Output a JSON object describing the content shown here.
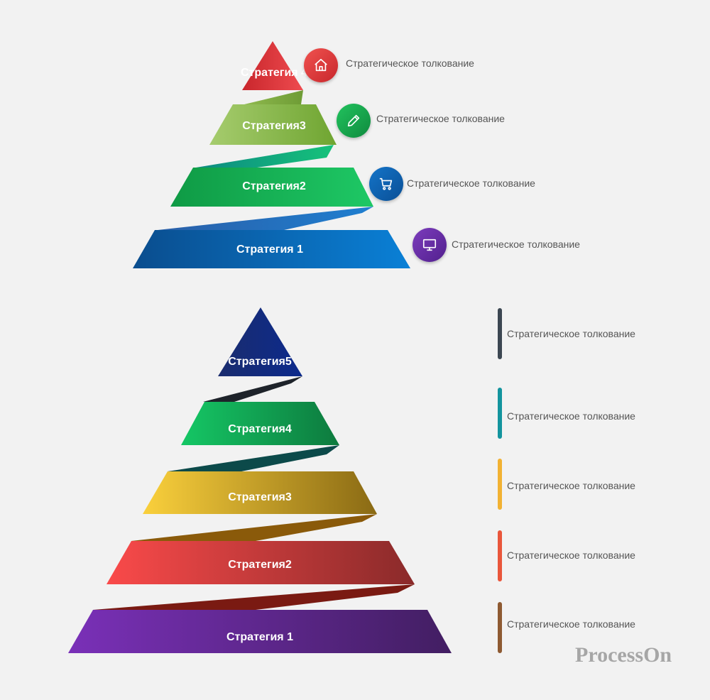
{
  "pyramid_top": {
    "levels": [
      {
        "label": "Стратегия 4",
        "note": "Стратегическое толкование",
        "icon": "house-icon",
        "color": "#e2393e"
      },
      {
        "label": "Стратегия3",
        "note": "Стратегическое толкование",
        "icon": "pencil-icon",
        "color": "#1aa84f"
      },
      {
        "label": "Стратегия2",
        "note": "Стратегическое толкование",
        "icon": "cart-icon",
        "color": "#0b69b8"
      },
      {
        "label": "Стратегия 1",
        "note": "Стратегическое толкование",
        "icon": "monitor-icon",
        "color": "#6a2ea8"
      }
    ]
  },
  "pyramid_bottom": {
    "levels": [
      {
        "label": "Стратегия5",
        "note": "Стратегическое толкование",
        "bar_color": "#3c4752"
      },
      {
        "label": "Стратегия4",
        "note": "Стратегическое толкование",
        "bar_color": "#13949e"
      },
      {
        "label": "Стратегия3",
        "note": "Стратегическое толкование",
        "bar_color": "#f2b233"
      },
      {
        "label": "Стратегия2",
        "note": "Стратегическое толкование",
        "bar_color": "#e9563b"
      },
      {
        "label": "Стратегия 1",
        "note": "Стратегическое толкование",
        "bar_color": "#8e5a32"
      }
    ]
  },
  "watermark": "ProcessOn"
}
